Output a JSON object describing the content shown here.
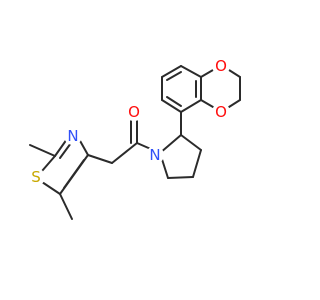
{
  "molecule": {
    "atoms": [
      {
        "label": "O",
        "color": "#ff0d0d"
      },
      {
        "label": "O",
        "color": "#ff0d0d"
      },
      {
        "label": "O",
        "color": "#ff0d0d"
      },
      {
        "label": "N",
        "color": "#3050f8"
      },
      {
        "label": "N",
        "color": "#3050f8"
      },
      {
        "label": "S",
        "color": "#c8a800"
      }
    ],
    "bond_color": "#2b2b2b",
    "background": "#ffffff"
  }
}
